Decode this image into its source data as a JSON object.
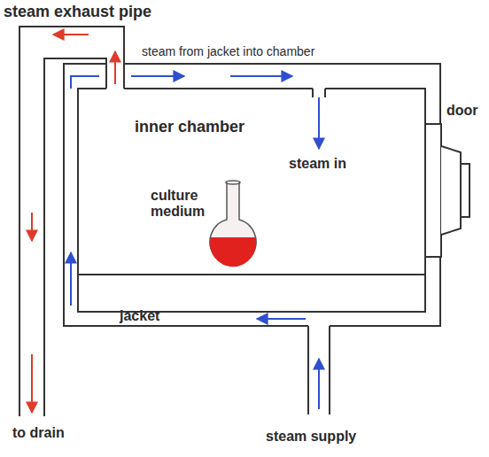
{
  "diagram": {
    "labels": [
      "steam exhaust pipe",
      "steam from jacket into chamber",
      "inner chamber",
      "steam in",
      "door",
      "culture medium",
      "jacket",
      "to drain",
      "steam supply"
    ]
  }
}
